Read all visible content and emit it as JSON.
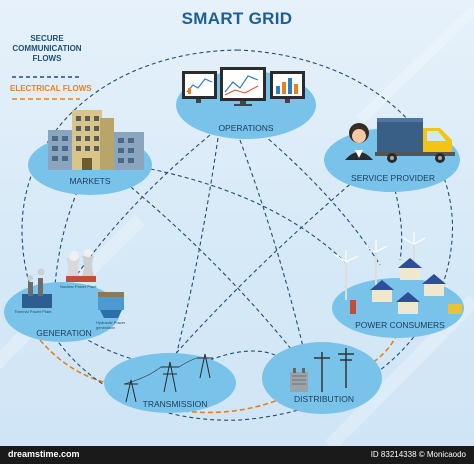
{
  "title": "SMART GRID",
  "legend": {
    "secure_label": "SECURE COMMUNICATION FLOWS",
    "electrical_label": "ELECTRICAL FLOWS",
    "secure_color": "#1f4e79",
    "electrical_color": "#e8801e"
  },
  "nodes": {
    "operations": "OPERATIONS",
    "markets": "MARKETS",
    "service_provider": "SERVICE PROVIDER",
    "generation": "GENERATION",
    "power_consumers": "POWER CONSUMERS",
    "transmission": "TRANSMISSION",
    "distribution": "DISTRIBUTION"
  },
  "generation_labels": {
    "thermal": "Thermal Power Plant",
    "nuclear": "Nuclear Power Plant",
    "hydraulic": "Hydraulic Power generation"
  },
  "footer": {
    "credit": "dreamstime.com",
    "id_text": "ID 83214338 © Monicaodo"
  }
}
